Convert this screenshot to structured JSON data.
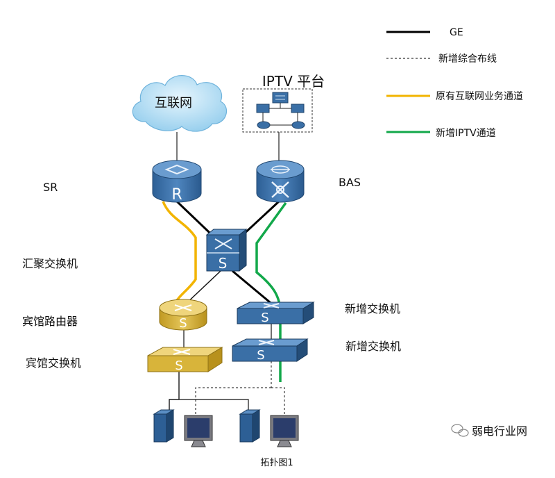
{
  "legend": {
    "ge": "GE",
    "new_cabling": "新增综合布线",
    "internet_channel": "原有互联网业务通道",
    "iptv_channel": "新增IPTV通道"
  },
  "nodes": {
    "internet": "互联网",
    "iptv_platform": "IPTV 平台",
    "sr": "SR",
    "bas": "BAS",
    "agg_switch": "汇聚交换机",
    "hotel_router": "宾馆路由器",
    "hotel_switch": "宾馆交换机",
    "new_switch_1": "新增交换机",
    "new_switch_2": "新增交换机"
  },
  "caption": "拓扑图1",
  "watermark": "弱电行业网",
  "colors": {
    "ge_line": "#000000",
    "internet_channel": "#f2b400",
    "iptv_channel": "#12a84a",
    "device_blue": "#3a6fa6",
    "device_gold": "#d8b43a",
    "cloud": "#a9d7f2"
  }
}
